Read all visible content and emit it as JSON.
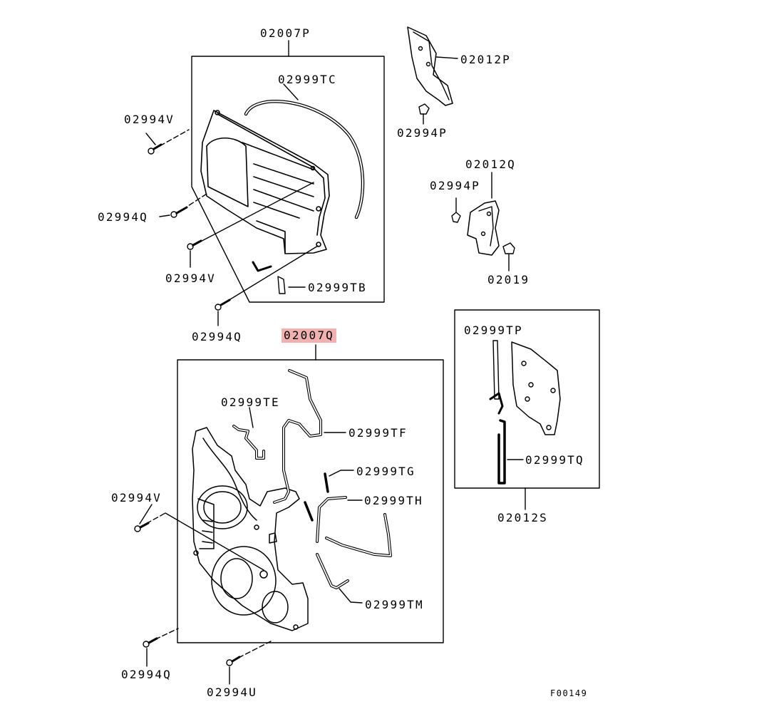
{
  "diagram": {
    "figure_code": "F00149",
    "highlight_color": "#f2b1b1",
    "labels": {
      "p02007P": "02007P",
      "p02999TC": "02999TC",
      "p02994V_top": "02994V",
      "p02994Q_a": "02994Q",
      "p02994V_mid": "02994V",
      "p02999TB": "02999TB",
      "p02994Q_b": "02994Q",
      "p02012P": "02012P",
      "p02994P_a": "02994P",
      "p02012Q": "02012Q",
      "p02994P_b": "02994P",
      "p02019": "02019",
      "p02007Q": "02007Q",
      "p02999TE": "02999TE",
      "p02999TF": "02999TF",
      "p02999TG": "02999TG",
      "p02999TH": "02999TH",
      "p02999TM": "02999TM",
      "p02994V_low": "02994V",
      "p02994Q_c": "02994Q",
      "p02994U": "02994U",
      "p02999TP": "02999TP",
      "p02999TQ": "02999TQ",
      "p02012S": "02012S"
    }
  }
}
